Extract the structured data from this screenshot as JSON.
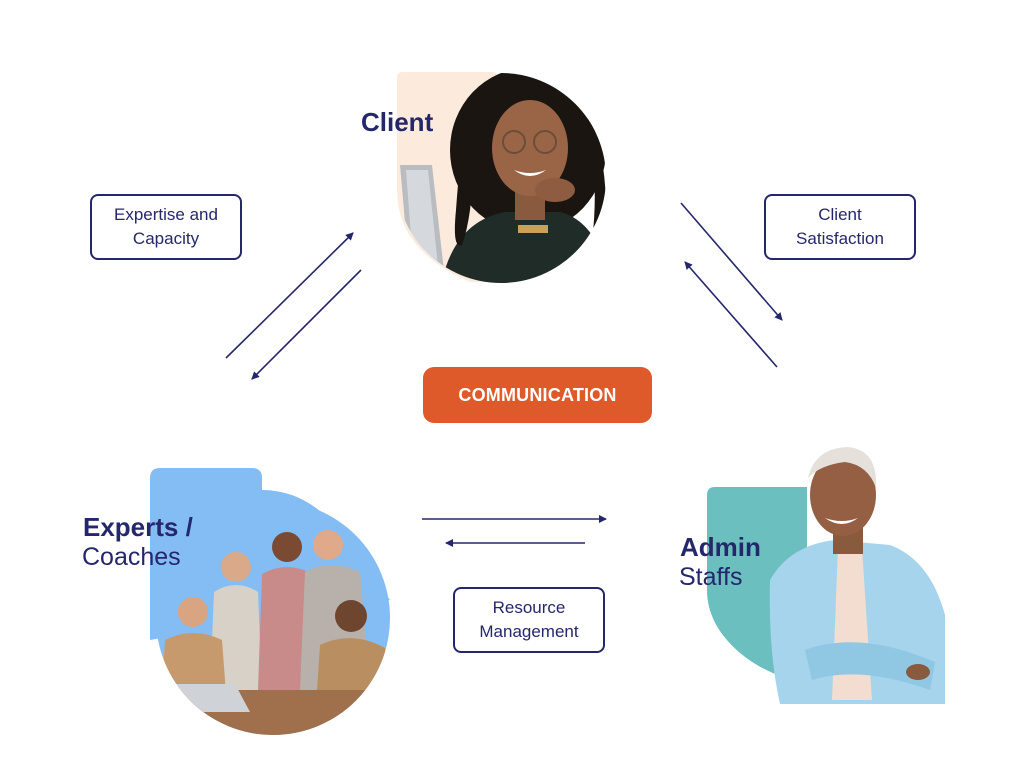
{
  "nodes": {
    "client": {
      "title": "Client",
      "subtitle": ""
    },
    "experts": {
      "title": "Experts /",
      "subtitle": "Coaches"
    },
    "admin": {
      "title": "Admin",
      "subtitle": "Staffs"
    }
  },
  "labels": {
    "expertise": "Expertise and\nCapacity",
    "satisfaction": "Client\nSatisfaction",
    "resource": "Resource\nManagement"
  },
  "center": {
    "label": "COMMUNICATION"
  },
  "colors": {
    "navy": "#25276b",
    "orange": "#de5a2a",
    "peach": "#fcebdc",
    "sky_blue": "#84bdf4",
    "teal": "#6bbfbf"
  }
}
